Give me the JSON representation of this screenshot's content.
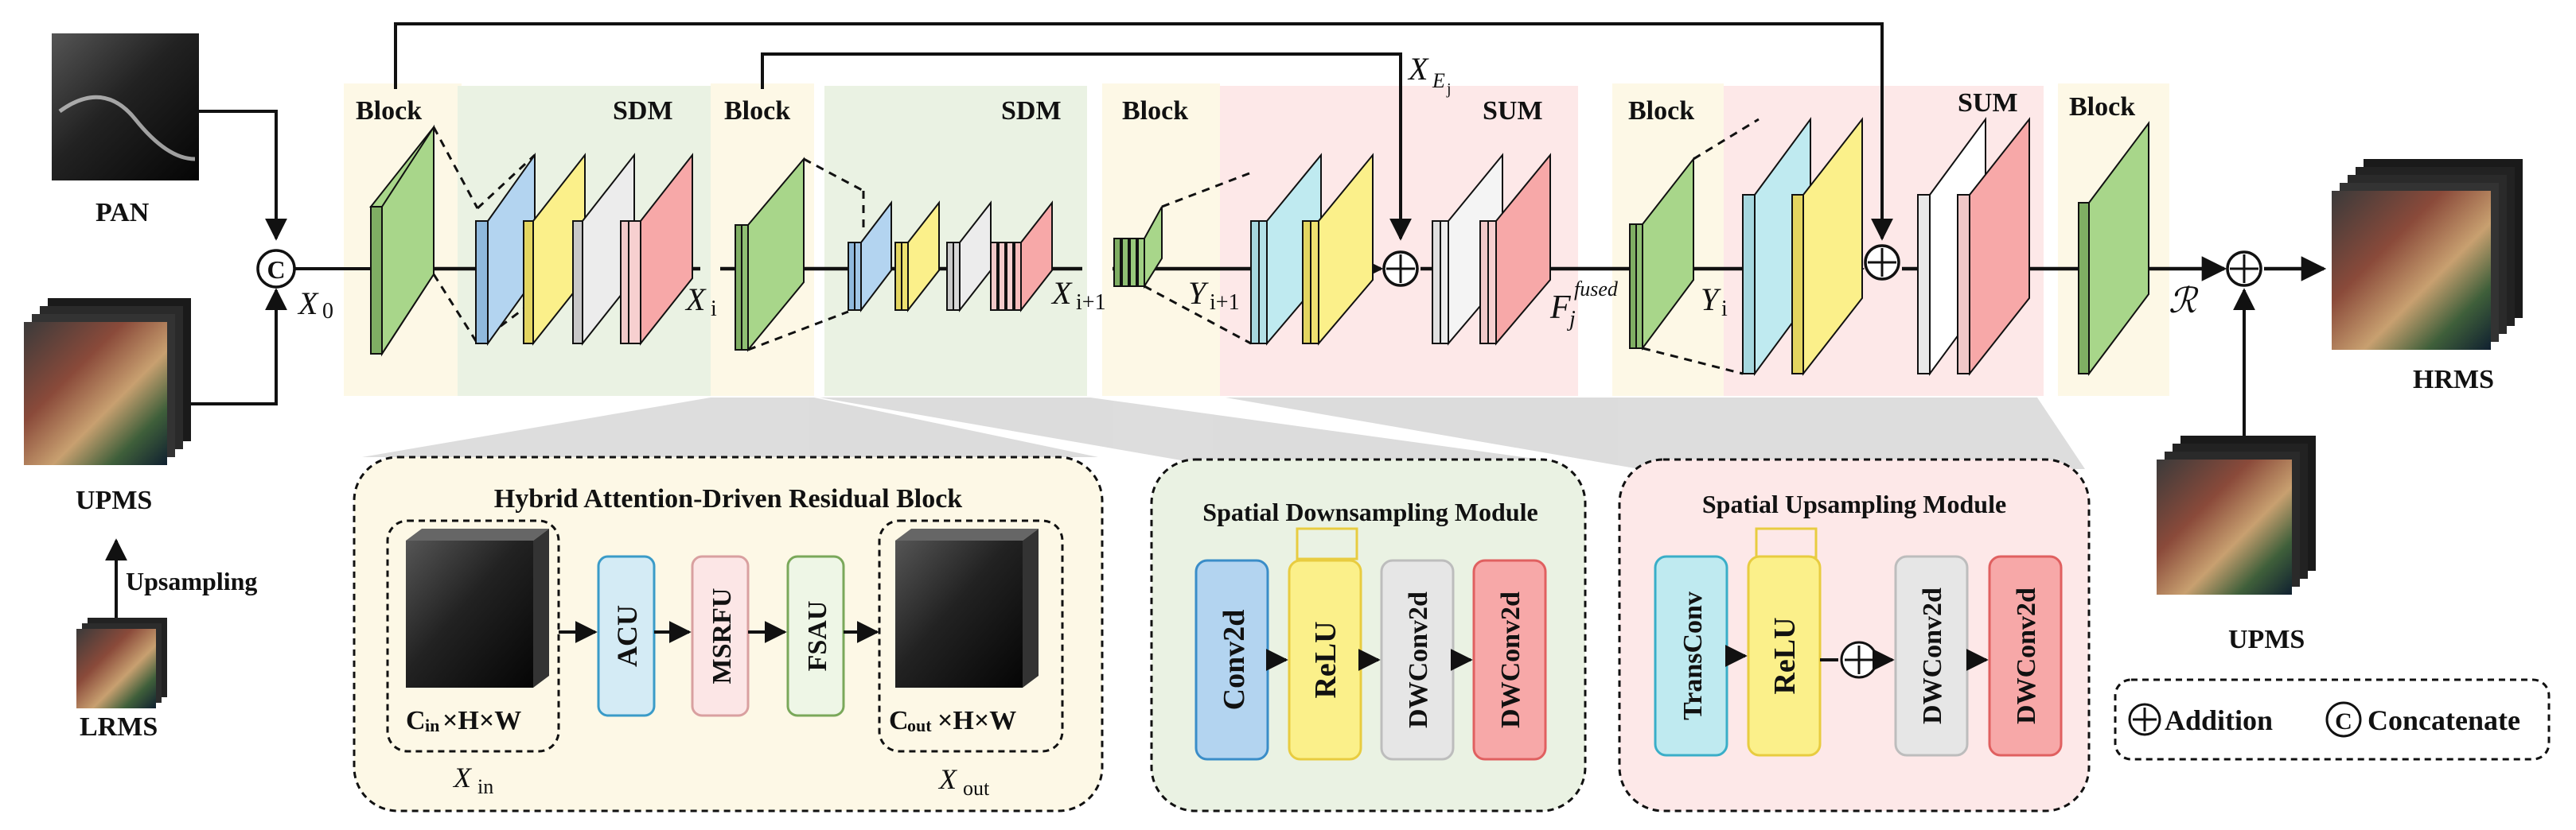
{
  "colors": {
    "block_green": "#a8d68a",
    "sdm_blue": "#b3d4f0",
    "sdm_yellow": "#fbf08a",
    "sdm_gray": "#e6e6e6",
    "sdm_pink": "#f7a8a8",
    "sum_cyan": "#bfeaf0",
    "bg_block": "#fdf8e6",
    "bg_sdm": "#eaf2e3",
    "bg_sum": "#fde8e8"
  },
  "inputs": {
    "pan": "PAN",
    "upms": "UPMS",
    "lrms": "LRMS",
    "upsampling": "Upsampling",
    "concat_symbol": "C"
  },
  "stages": [
    {
      "label": "Block"
    },
    {
      "label": "SDM"
    },
    {
      "label": "Block"
    },
    {
      "label": "SDM"
    },
    {
      "label": "Block"
    },
    {
      "label": "SUM"
    },
    {
      "label": "Block"
    },
    {
      "label": "SUM"
    },
    {
      "label": "Block"
    }
  ],
  "vars": {
    "x0": "X",
    "x0_sub": "0",
    "xi": "X",
    "xi_sub": "i",
    "xi1": "X",
    "xi1_sub": "i+1",
    "yi1": "Y",
    "yi1_sub": "i+1",
    "xej": "X",
    "xej_sub": "E",
    "xej_subsub": "j",
    "fj": "F",
    "fj_sub": "j",
    "fj_sup": "fused",
    "yi": "Y",
    "yi_sub": "i",
    "r": "ℛ"
  },
  "outputs": {
    "hrms": "HRMS",
    "upms": "UPMS"
  },
  "panels": {
    "residual": {
      "title": "Hybrid Attention-Driven Residual Block",
      "acu": "ACU",
      "msrfu": "MSRFU",
      "fsau": "FSAU",
      "cin": "C",
      "cin_sub": "in",
      "cin_rest": "×H×W",
      "cout": "C",
      "cout_sub": "out",
      "cout_rest": "×H×W",
      "xin": "X",
      "xin_sub": "in",
      "xout": "X",
      "xout_sub": "out"
    },
    "sdm": {
      "title": "Spatial Downsampling Module",
      "conv": "Conv2d",
      "relu": "ReLU",
      "dw1": "DWConv2d",
      "dw2": "DWConv2d"
    },
    "sum": {
      "title": "Spatial Upsampling Module",
      "trans": "TransConv",
      "relu": "ReLU",
      "dw1": "DWConv2d",
      "dw2": "DWConv2d"
    }
  },
  "legend": {
    "addition": "Addition",
    "concatenate": "Concatenate",
    "concat_symbol": "C"
  }
}
